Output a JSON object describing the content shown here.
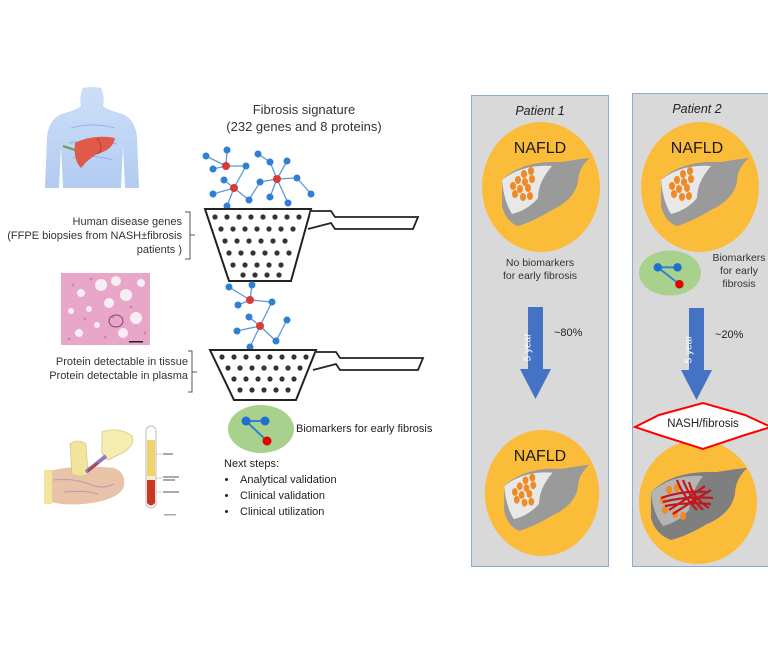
{
  "left": {
    "title_line1": "Fibrosis signature",
    "title_line2": "(232 genes and 8 proteins)",
    "filter1_label_line1": "Human disease genes",
    "filter1_label_line2": "(FFPE biopsies from  NASH±fibrosis",
    "filter1_label_line3": "patients )",
    "filter2_label_line1": "Protein detectable in tissue",
    "filter2_label_line2": "Protein detectable in plasma",
    "biomarker_label": "Biomarkers for early fibrosis",
    "next_steps_title": "Next steps:",
    "next_steps": [
      "Analytical validation",
      "Clinical validation",
      "Clinical utilization"
    ],
    "icons": [
      "human-body-liver-icon",
      "histology-image",
      "blood-draw-illustration",
      "network-icon",
      "strainer-icon"
    ]
  },
  "patient1": {
    "title": "Patient 1",
    "top_label": "NAFLD",
    "biomarker_text_line1": "No biomarkers",
    "biomarker_text_line2": "for early fibrosis",
    "arrow_label": "5 year",
    "percent": "~80%",
    "bottom_label": "NAFLD"
  },
  "patient2": {
    "title": "Patient 2",
    "top_label": "NAFLD",
    "biomarker_text_line1": "Biomarkers",
    "biomarker_text_line2": "for early",
    "biomarker_text_line3": "fibrosis",
    "arrow_label": "5 year",
    "percent": "~20%",
    "bottom_label": "NASH/fibrosis"
  },
  "colors": {
    "panel_bg": "#d9d9d9",
    "panel_border": "#8eaadb",
    "circle_orange": "#fbbc3a",
    "arrow_blue": "#4472c4",
    "node_blue": "#2f7fd4",
    "node_red": "#d83a3a",
    "green_ellipse": "#a9d18e",
    "star_red": "#ff0000"
  }
}
